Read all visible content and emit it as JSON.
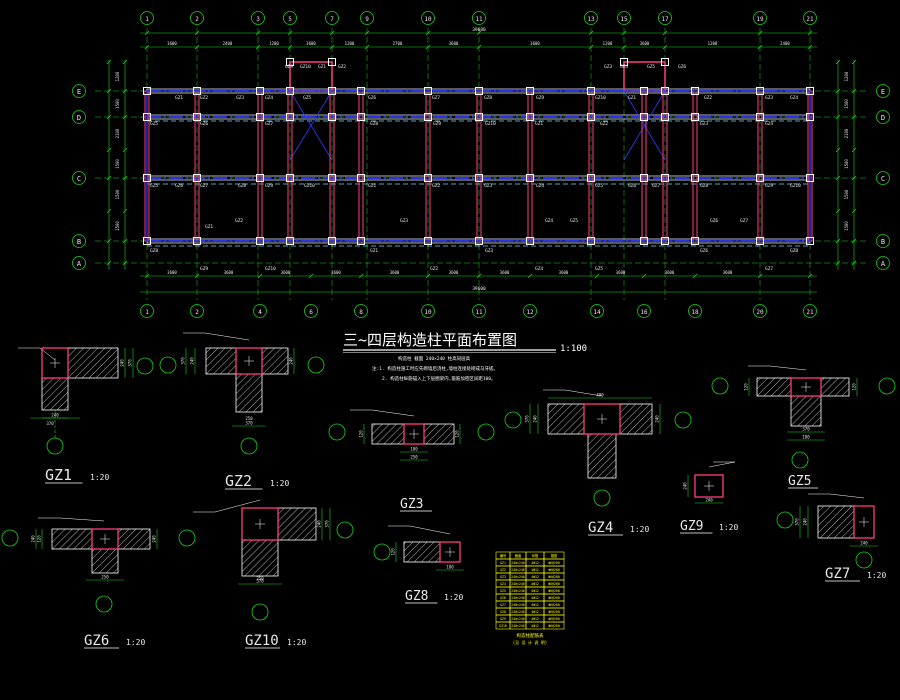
{
  "drawing": {
    "title": "三~四层构造柱平面布置图",
    "scale": "1:100",
    "notes": [
      "构造柱 截面 240×240 柱高同层高",
      "注:1. 构造柱施工时应先砌墙后浇柱,墙柱连接处砌成马牙槎。",
      "2. 构造柱纵筋锚入上下层圈梁内,箍筋加密区间距100。"
    ],
    "top_axes": [
      "1",
      "2",
      "3",
      "5",
      "7",
      "9",
      "10",
      "11",
      "13",
      "15",
      "17",
      "19",
      "21"
    ],
    "bottom_axes": [
      "1",
      "2",
      "4",
      "6",
      "8",
      "10",
      "11",
      "12",
      "14",
      "16",
      "18",
      "20",
      "21"
    ],
    "row_axes": [
      "E",
      "D",
      "C",
      "B",
      "A"
    ],
    "total_dim": "39600",
    "top_dims": [
      "3600",
      "2400",
      "1200",
      "3600",
      "1200",
      "2700",
      "3600",
      "3600",
      "1200",
      "3600",
      "1200",
      "2400",
      "3600"
    ],
    "bottom_dims": [
      "3600",
      "3600",
      "3600",
      "3600",
      "3600",
      "3600",
      "3600",
      "3600",
      "3600",
      "3600",
      "3600"
    ],
    "side_dims": [
      "1200",
      "1500",
      "2100",
      "1500",
      "1500",
      "1500"
    ],
    "plan_tags": [
      "GZ1",
      "GZ2",
      "GZ3",
      "GZ4",
      "GZ5",
      "GZ6",
      "GZ7",
      "GZ8",
      "GZ9",
      "GZ10"
    ],
    "details": [
      {
        "id": "gz1",
        "label": "GZ1",
        "scale": "1:20"
      },
      {
        "id": "gz2",
        "label": "GZ2",
        "scale": "1:20"
      },
      {
        "id": "gz3",
        "label": "GZ3",
        "scale": ""
      },
      {
        "id": "gz4",
        "label": "GZ4",
        "scale": "1:20"
      },
      {
        "id": "gz5",
        "label": "GZ5",
        "scale": ""
      },
      {
        "id": "gz6",
        "label": "GZ6",
        "scale": "1:20"
      },
      {
        "id": "gz7",
        "label": "GZ7",
        "scale": "1:20"
      },
      {
        "id": "gz8",
        "label": "GZ8",
        "scale": "1:20"
      },
      {
        "id": "gz9",
        "label": "GZ9",
        "scale": "1:20"
      },
      {
        "id": "gz10",
        "label": "GZ10",
        "scale": "1:20"
      }
    ],
    "detail_dims": [
      "240",
      "120",
      "250",
      "300",
      "370",
      "490",
      "180"
    ],
    "table": {
      "headers": [
        "编号",
        "截面",
        "纵筋",
        "箍筋"
      ],
      "rows": [
        [
          "GZ1",
          "240×240",
          "4Φ12",
          "Φ6@200"
        ],
        [
          "GZ2",
          "240×240",
          "4Φ12",
          "Φ6@200"
        ],
        [
          "GZ3",
          "240×240",
          "4Φ12",
          "Φ6@200"
        ],
        [
          "GZ4",
          "240×240",
          "4Φ12",
          "Φ6@200"
        ],
        [
          "GZ5",
          "240×240",
          "4Φ12",
          "Φ6@200"
        ],
        [
          "GZ6",
          "240×240",
          "4Φ12",
          "Φ6@200"
        ],
        [
          "GZ7",
          "240×240",
          "4Φ12",
          "Φ6@200"
        ],
        [
          "GZ8",
          "240×240",
          "4Φ12",
          "Φ6@200"
        ],
        [
          "GZ9",
          "240×240",
          "4Φ12",
          "Φ6@200"
        ],
        [
          "GZ10",
          "240×240",
          "4Φ12",
          "Φ6@200"
        ]
      ],
      "caption": "构造柱配筋表",
      "sub_caption": "(见 设 计 说 明)"
    },
    "colors": {
      "background": "#000000",
      "axis": "#19d419",
      "column": "#ff3d7f",
      "wall": "#ffffff",
      "beam": "#2d3cff",
      "text": "#e8e8e8",
      "tag": "#ffff00",
      "hatch": "#ffffff",
      "table": "#ffff00"
    }
  }
}
